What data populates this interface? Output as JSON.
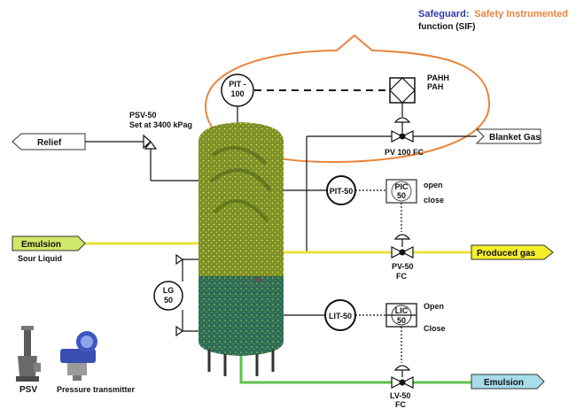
{
  "callout": {
    "prefix": "Safeguard:",
    "text_line1": "Safety Instrumented",
    "text_line2": "function (SIF)",
    "prefix_color": "#2b3aa8",
    "text_color": "#e8843a"
  },
  "instruments": {
    "pit100": {
      "line1": "PIT -",
      "line2": "100"
    },
    "pahh": "PAHH",
    "pah": "PAH",
    "pit50": "PIT-50",
    "pic50": {
      "line1": "PIC",
      "line2": "50"
    },
    "lit50": "LIT-50",
    "lic50": {
      "line1": "LIC",
      "line2": "50"
    },
    "lg50": {
      "line1": "LG",
      "line2": "50"
    }
  },
  "valves": {
    "psv50": {
      "line1": "PSV-50",
      "line2": "Set at 3400 kPag"
    },
    "pv100": "PV 100 FC",
    "pv50": {
      "line1": "PV-50",
      "line2": "FC"
    },
    "lv50": {
      "line1": "LV-50",
      "line2": "FC"
    }
  },
  "signals": {
    "pic_open": "open",
    "pic_close": "close",
    "lic_open": "Open",
    "lic_close": "Close"
  },
  "streams": {
    "relief": "Relief",
    "blanket_gas": "Blanket Gas",
    "emulsion_in": "Emulsion",
    "sour_liquid": "Sour Liquid",
    "produced_gas": "Produced gas",
    "emulsion_out": "Emulsion"
  },
  "legend": {
    "psv": "PSV",
    "pressure_transmitter": "Pressure transmitter"
  },
  "colors": {
    "gas_line": "#e8e23a",
    "liquid_line": "#5cc24a",
    "emulsion_arrow": "#cfe86a",
    "produced_arrow": "#f4ef2a",
    "emulsion_out_arrow": "#a8dcec",
    "vessel_top": "#6f8a2a",
    "vessel_bottom": "#2f6b58",
    "ellipse": "#e8843a"
  }
}
